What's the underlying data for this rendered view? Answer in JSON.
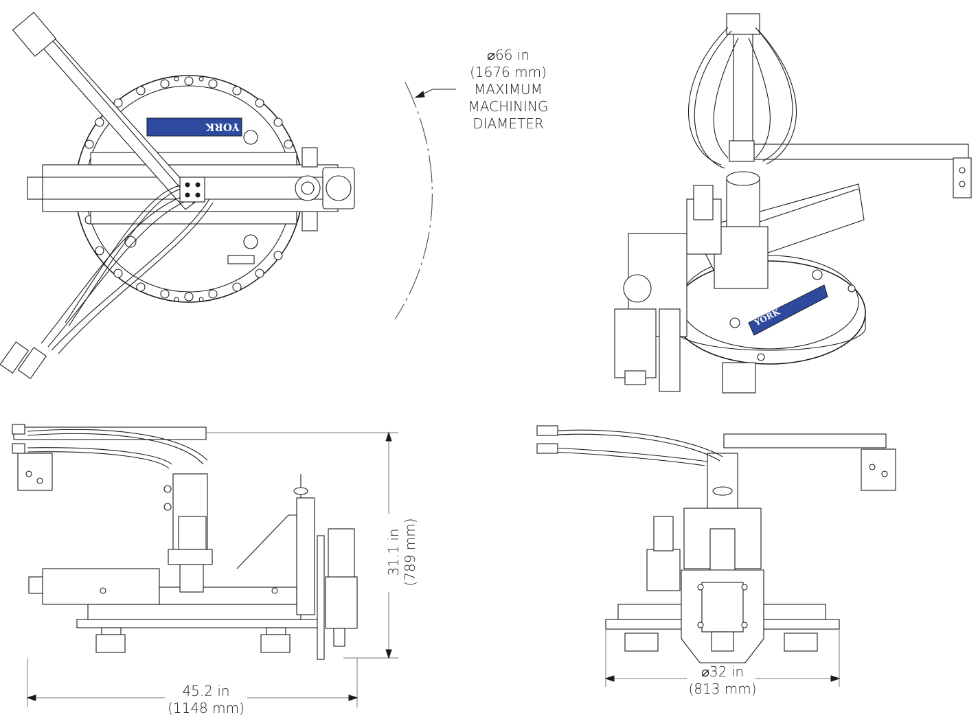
{
  "labels": {
    "top_view_diameter": [
      "⌀66 in",
      "(1676 mm)",
      "MAXIMUM",
      "MACHINING",
      "DIAMETER"
    ],
    "side_width": [
      "45.2 in",
      "(1148 mm)"
    ],
    "side_height": [
      "31.1 in",
      "(789 mm)"
    ],
    "front_diameter": [
      "⌀32 in",
      "(813 mm)"
    ]
  },
  "logos": {
    "top_view_logo": "YORK",
    "iso_view_logo": "YORK"
  },
  "colors": {
    "line": "#1a1a1a",
    "dimension": "#777777",
    "logo_blue": "#2d4a9e"
  }
}
